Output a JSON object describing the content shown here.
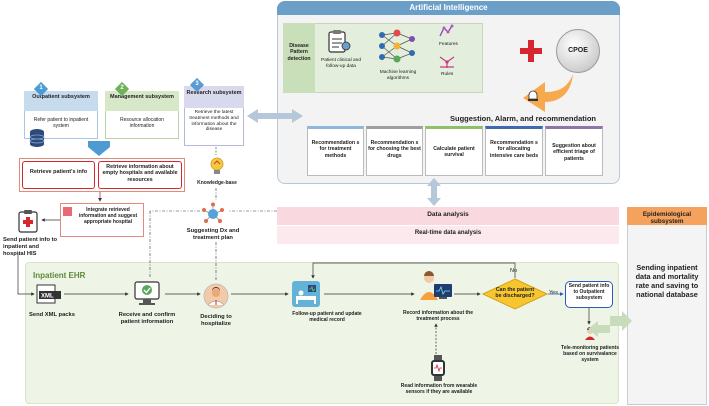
{
  "ai": {
    "title": "Artificial Intelligence",
    "disease_pattern": "Disease Pattern detection",
    "patient_data": "Patient clinical and follow-up data",
    "ml": "Machine learning algorithms",
    "features": "Features",
    "rules": "Rules",
    "cpoe": "CPOE",
    "suggestion_title": "Suggestion, Alarm, and recommendation",
    "recs": [
      "Recommendation s for treatment methods",
      "Recommendation s for choosing the best drugs",
      "Calculate patient survival",
      "Recommendation s for allocating intensive care beds",
      "Suggestion about efficient triage of patients"
    ]
  },
  "subsystems": {
    "outpatient": {
      "num": "1",
      "title": "Outpatient subsystem",
      "body": "Refer patient to inpatient system"
    },
    "management": {
      "num": "2",
      "title": "Management subsystem",
      "body": "Resource allocation information"
    },
    "research": {
      "num": "3",
      "title": "Research subsystem",
      "body": "Retrieve the latest treatment methods and information about the disease"
    }
  },
  "retrieve": {
    "patient_info": "Retrieve patient's info",
    "hospitals_info": "Retrieve information about empty hospitals and available resources",
    "integrate": "Integrate retrieved information and suggest appropriate hospital"
  },
  "knowledge_base": "Knowledge-base",
  "suggesting_dx": "Suggesting Dx and treatment plan",
  "send_patient_info": "Send patient info to inpatient and hospital HIS",
  "data_analysis": {
    "title": "Data analysis",
    "realtime": "Real-time data analysis"
  },
  "epidemiological": {
    "title": "Epidemiological subsystem",
    "body": "Sending inpatient data and mortality rate and saving to national database"
  },
  "ehr": {
    "title": "Inpatient EHR",
    "send_xml": "Send XML packs",
    "receive_confirm": "Receive and confirm patient information",
    "deciding": "Deciding to hospitalize",
    "followup": "Follow-up patient and update medical record",
    "record_info": "Record information about the treatment process",
    "discharge_q": "Can the patient be discharged?",
    "yes": "Yes",
    "no": "No",
    "send_outpatient": "Send patient info to Outpatient subsystem",
    "telemonitor": "Tele-monitoring patients based on survivalance system",
    "wearable": "Read information from wearable sensors if they are available"
  },
  "colors": {
    "ai_header": "#6b9fc8",
    "ehr_bg": "#eef4e6",
    "data_analysis_bg": "#f9d9df",
    "epi_header": "#f4a25d",
    "red": "#d7262e",
    "orange": "#f7a13c"
  }
}
